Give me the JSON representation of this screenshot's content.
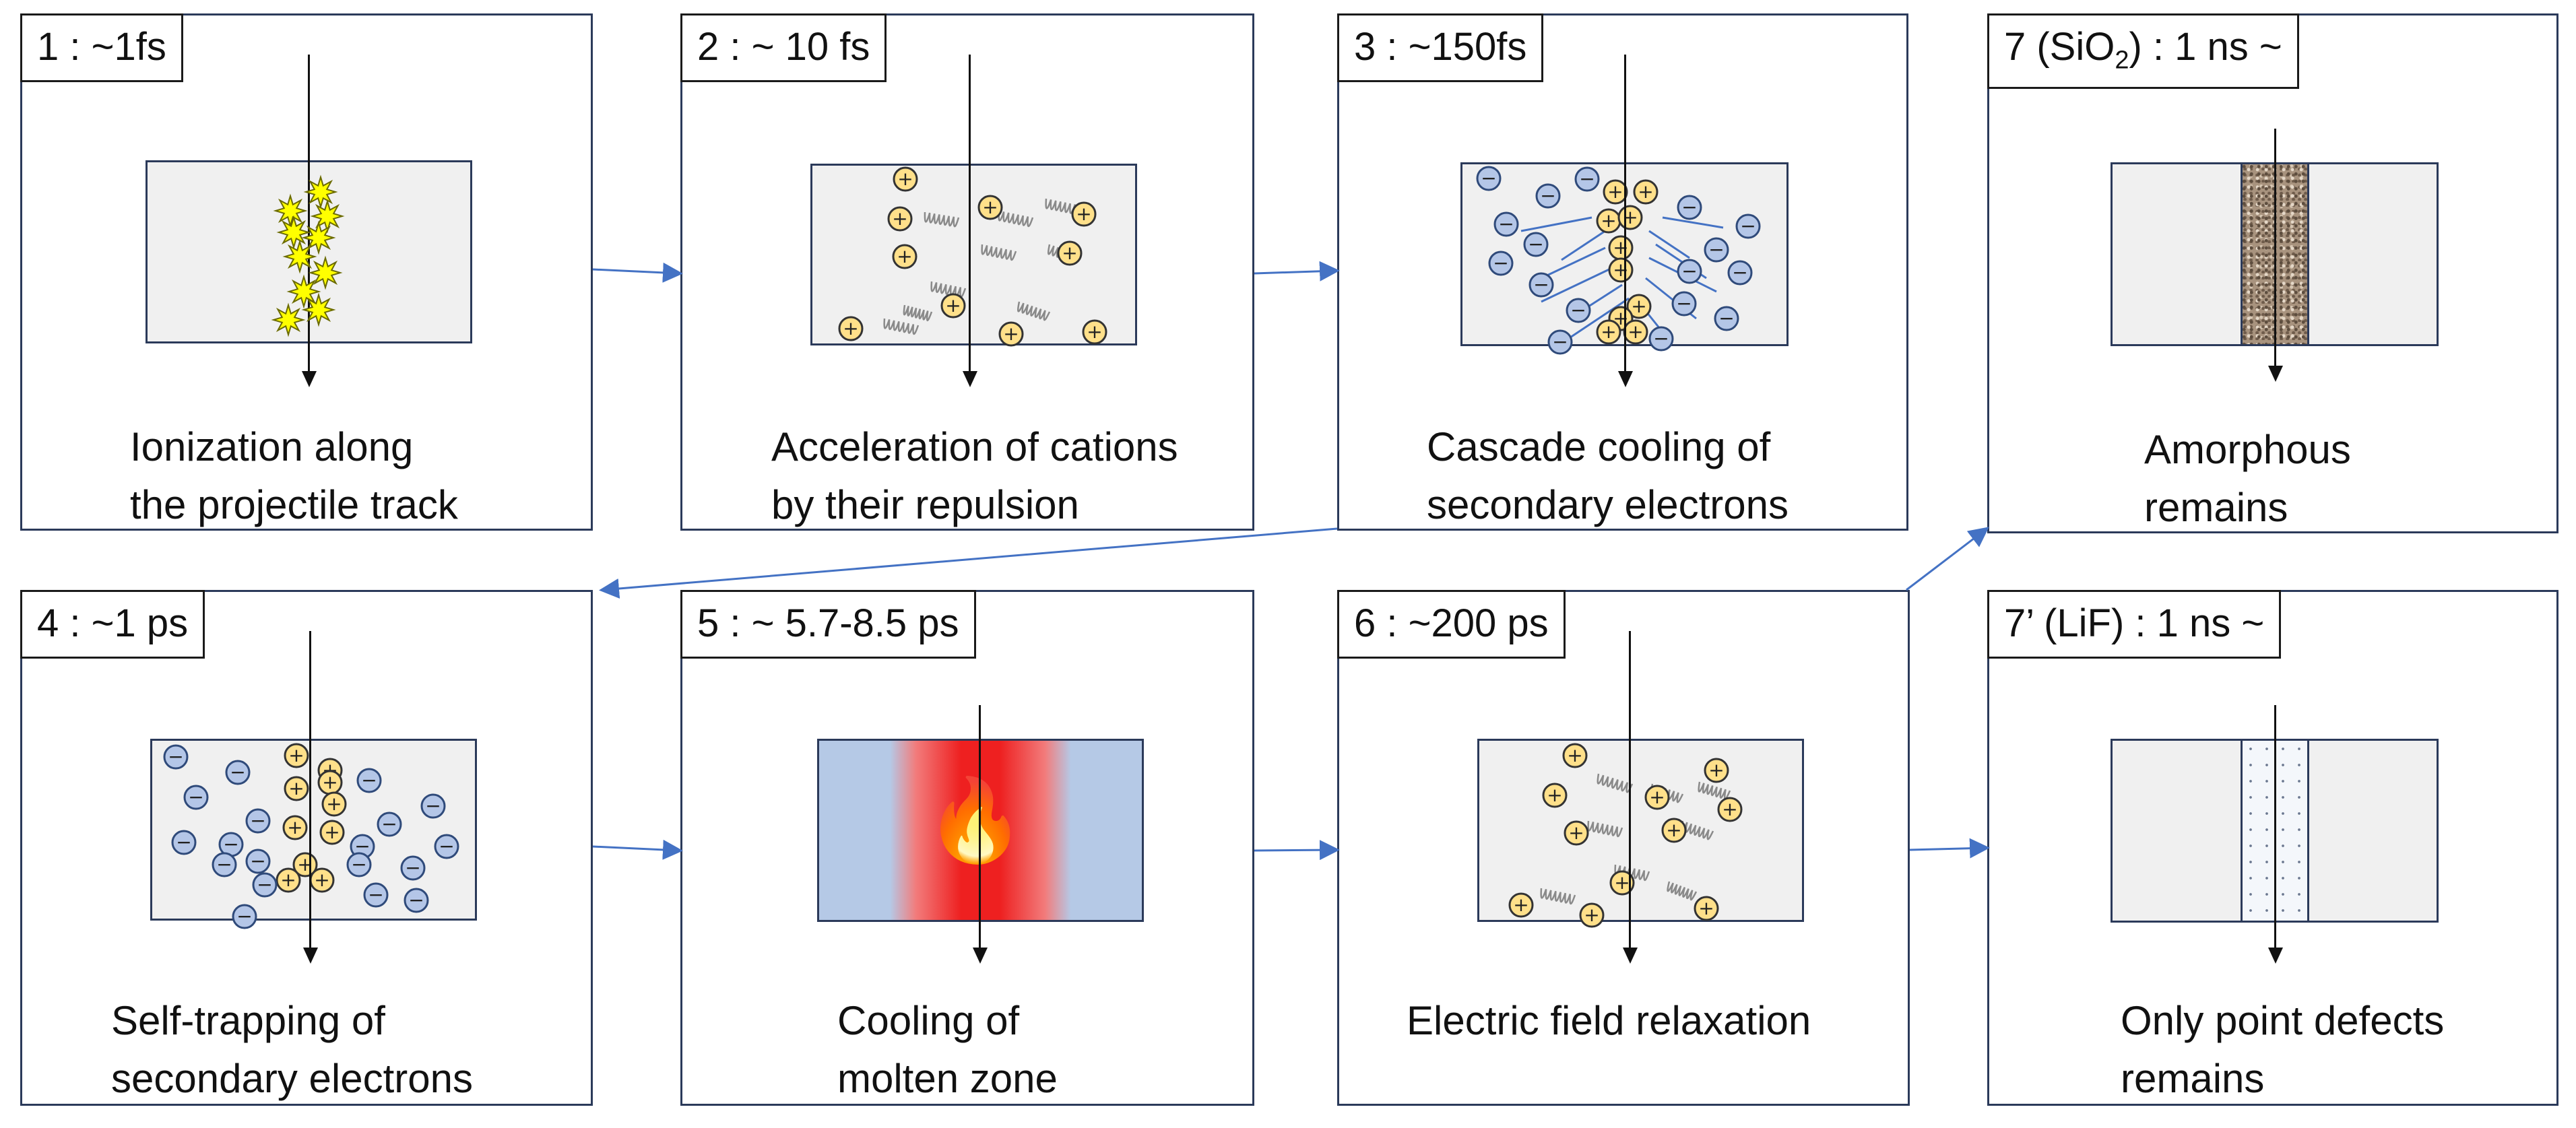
{
  "panels": [
    {
      "id": "p1",
      "label": "1 : ~1fs",
      "caption": [
        "Ionization along",
        "the projectile track"
      ]
    },
    {
      "id": "p2",
      "label": "2 : ~ 10 fs",
      "caption": [
        "Acceleration of cations",
        "by their repulsion"
      ]
    },
    {
      "id": "p3",
      "label": "3 : ~150fs",
      "caption": [
        "Cascade cooling of",
        "secondary electrons"
      ]
    },
    {
      "id": "p7",
      "label_main": "7 (SiO",
      "label_sub": "2",
      "label_rest": ") : 1 ns ~",
      "caption": [
        "Amorphous",
        "remains"
      ]
    },
    {
      "id": "p4",
      "label": "4 : ~1 ps",
      "caption": [
        "Self-trapping of",
        "secondary electrons"
      ]
    },
    {
      "id": "p5",
      "label": "5 : ~ 5.7-8.5 ps",
      "caption": [
        "Cooling of",
        "molten zone"
      ]
    },
    {
      "id": "p6",
      "label": "6 : ~200 ps",
      "caption": [
        "Electric field relaxation"
      ]
    },
    {
      "id": "p7b",
      "label": "7’ (LiF) : 1 ns ~",
      "caption": [
        "Only point defects",
        "remains"
      ]
    }
  ],
  "symbols": {
    "cation": "+",
    "electron": "−",
    "flame": "🔥"
  },
  "colors": {
    "border": "#2b3a5a",
    "arrow": "#4472c4",
    "electron_fill": "#b4c6e7",
    "electron_stroke": "#2f4a7a",
    "cation_fill": "#ffe08a",
    "cation_stroke": "#333333",
    "spark": "#ffff00"
  }
}
